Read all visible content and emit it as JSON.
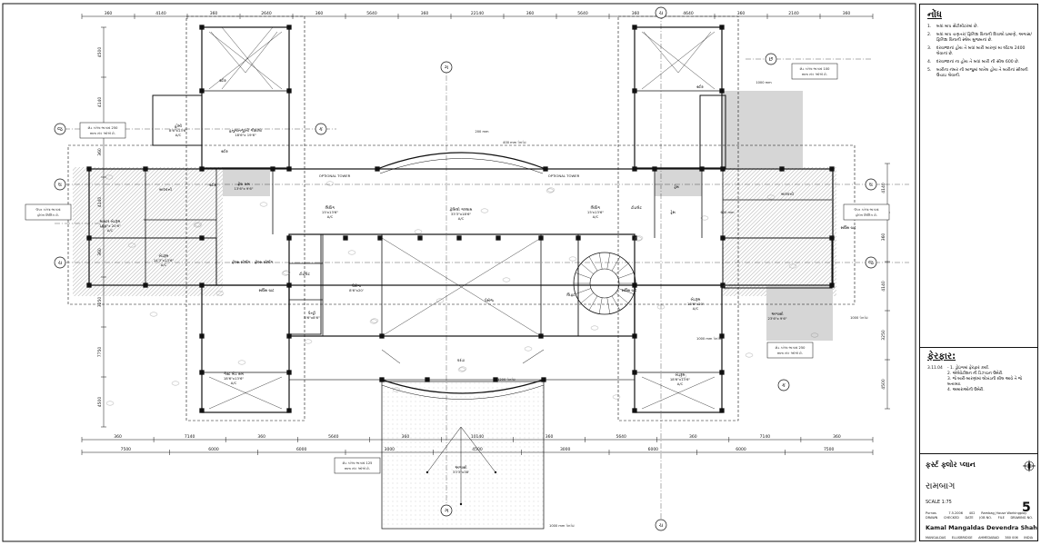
{
  "drawing": {
    "dims_top": [
      "360",
      "4140",
      "360",
      "2640",
      "360",
      "5640",
      "360",
      "22140",
      "360",
      "5640",
      "360",
      "4640",
      "360",
      "2140",
      "360"
    ],
    "dims_bottom_1": [
      "360",
      "7140",
      "360",
      "5640",
      "360",
      "10140",
      "360",
      "5640",
      "360",
      "7140",
      "360"
    ],
    "dims_bottom_2": [
      "7500",
      "6000",
      "6000",
      "3000",
      "4500",
      "3000",
      "6000",
      "6000",
      "7500"
    ],
    "dims_left": [
      "4500",
      "4140",
      "360",
      "4140",
      "360",
      "3250",
      "7750",
      "4500"
    ],
    "dims_right": [
      "4140",
      "360",
      "4140",
      "3250",
      "4500"
    ],
    "grid_bubbles": [
      "ગ",
      "ચ",
      "છ",
      "જ",
      "ઘ",
      "ચ",
      "ક",
      "ઘ",
      "જ",
      "ઞ",
      "ચ",
      "ક"
    ],
    "rooms": [
      {
        "name": "સ્ટોર",
        "size": "",
        "ac": ""
      },
      {
        "name": "હોમી",
        "size": "8'6\"x13'6\"",
        "ac": "A/C"
      },
      {
        "name": "હનુમાનજીનો ગૌશાલો",
        "size": "18'6\"x 19'6\"",
        "ac": ""
      },
      {
        "name": "સ્ટોર",
        "size": "",
        "ac": ""
      },
      {
        "name": "ફ્રેશ રુમ",
        "size": "13'6\"x 9'6\"",
        "ac": ""
      },
      {
        "name": "સ્ટોર",
        "size": "",
        "ac": ""
      },
      {
        "name": "લિવિંગ",
        "size": "15'x13'6\"",
        "ac": "A/C"
      },
      {
        "name": "ફેમિલી ગલ્લામ",
        "size": "33'3\"x18'6\"",
        "ac": "A/C"
      },
      {
        "name": "લિવિંગ",
        "size": "15'x13'6\"",
        "ac": "A/C"
      },
      {
        "name": "ટોઇલેટ",
        "size": "",
        "ac": ""
      },
      {
        "name": "ડ્રેસ",
        "size": "",
        "ac": ""
      },
      {
        "name": "માસ્ટર બેડરૂમ",
        "size": "18'6\"x 20'6\"",
        "ac": "A/C"
      },
      {
        "name": "બેડરૂમ",
        "size": "14'3\"x13'6\"",
        "ac": "A/C"
      },
      {
        "name": "ડ્રેસ",
        "size": "",
        "ac": ""
      },
      {
        "name": "પેસેજ",
        "size": "8'6\"x20'",
        "ac": ""
      },
      {
        "name": "બેડરૂમ",
        "size": "18'6\"x20'",
        "ac": "A/C"
      },
      {
        "name": "ગેસ્ટ બેડ રુમ",
        "size": "18'6\"x13'6\"",
        "ac": "A/C"
      },
      {
        "name": "બેડરૂમ",
        "size": "18'6\"x13'6\"",
        "ac": "A/C"
      },
      {
        "name": "અગાસી",
        "size": "23'6\"x 9'6\"",
        "ac": ""
      },
      {
        "name": "અગાસી",
        "size": "33'3\"x38'",
        "ac": ""
      },
      {
        "name": "વરંડા",
        "size": "",
        "ac": ""
      },
      {
        "name": "ટોઇલેટ",
        "size": "",
        "ac": ""
      },
      {
        "name": "પેન્ટ્રી",
        "size": "8'6\"x8'6\"",
        "ac": ""
      },
      {
        "name": "પેસેજ",
        "size": "",
        "ac": ""
      },
      {
        "name": "લિફ્ટ",
        "size": "",
        "ac": ""
      },
      {
        "name": "બાલ્કની",
        "size": "",
        "ac": ""
      },
      {
        "name": "બાલ્કની",
        "size": "",
        "ac": ""
      },
      {
        "name": "સ્ટોર",
        "size": "",
        "ac": ""
      }
    ],
    "callouts": [
      "શેડ કરેલા ભાગમાં 250 mm સંક ઓએ છે.",
      "શેડ કરેલા ભાગમાં 100 mm સંક ઓએ છે.",
      "શેડ કરેલા ભાગમાં 250 mm સંક ઓએ છે.",
      "શેડ કરેલા ભાગમાં 125 mm સંક ઓએ છે.",
      "ઉપર કરેલા ભાગમાં ફોલ્સ સિલિંગ છે.",
      "ઉપર કરેલા ભાગમાં ફોલ્સ સિલિંગ છે."
    ],
    "labels": [
      "OPTIONAL TOWER",
      "OPTIONAL TOWER",
      "ફોલ્સ સીલીંગ",
      "સર્વિસ ચાટ",
      "સર્વિસ ચાટ",
      "સર્વિસ ચાટ",
      "ફોલ્સ સીલીંગ"
    ],
    "levels": [
      "200 mm",
      "400 mm પેરાપેટ",
      "1000 mm",
      "1000 પેરાપેટ",
      "1200 પેરાપેટ",
      "1000 mm પેરાપેટ",
      "600 mm",
      "1000 mm પેરાપેટ"
    ]
  },
  "notes": {
    "title": "નોંધ",
    "items": [
      {
        "num": "1.",
        "text": "બધાં માપ સેંટીમીટરમાં છે."
      },
      {
        "num": "2.",
        "text": "બધાં માપ ચણતર/ ફિનિશ વિનાની દિવાલો પ્રમાણે, અગાસ/ ફિનિશ વિનાની સ્લેબ મુજબનાં છે."
      },
      {
        "num": "3.",
        "text": "દરવાજાનાં હોય તે બધાં બારી બારણાં મા લીંટલ 2400 લેવાનાં છે."
      },
      {
        "num": "4.",
        "text": "દરવાજાનાં ના હોય તે બધાં બારી ની સીલ 600 છે."
      },
      {
        "num": "5.",
        "text": "બારીના નંબર ની બાજુમાં લખેલ હોય તે બારીનાં સીલની ઉંચાઇ લેવાની."
      }
    ]
  },
  "revisions": {
    "title": "ફેરફાર:",
    "items": [
      {
        "date": "3.11.04",
        "text": "- 1. ડ્રોઇંગમાં ફેરફાર કર્યાં."
      },
      {
        "date": "",
        "text": "2. એલેવેટીશન ની ડિઝાઇન ઉમેરી."
      },
      {
        "date": "",
        "text": "3. જે બારી-બારણાંમાં લોખંડની ગ્રીલ આવે તે જે બતાવ્યા."
      },
      {
        "date": "",
        "text": "4. અમારાઓની ઉમેરી."
      }
    ]
  },
  "title_block": {
    "sheet_title": "ફર્સ્ટ ફ્લોર પ્લાન",
    "project": "રામબાગ",
    "scale": "SCALE  1:75",
    "sheet_no": "5",
    "meta_labels": [
      "DRAWN",
      "CHECKED",
      "DATE",
      "JOB NO.",
      "FILE",
      "DRAWING NO."
    ],
    "meta_values": [
      "Purnas",
      "",
      "7.5.2006",
      "402",
      "Rambag_House Workingplay",
      ""
    ],
    "architects": "Kamal Mangaldas  Devendra Shah",
    "address": [
      "MANGALDAS",
      "ELLISBRIDGE",
      "AHMEDABAD",
      "380 006",
      "INDIA"
    ]
  }
}
